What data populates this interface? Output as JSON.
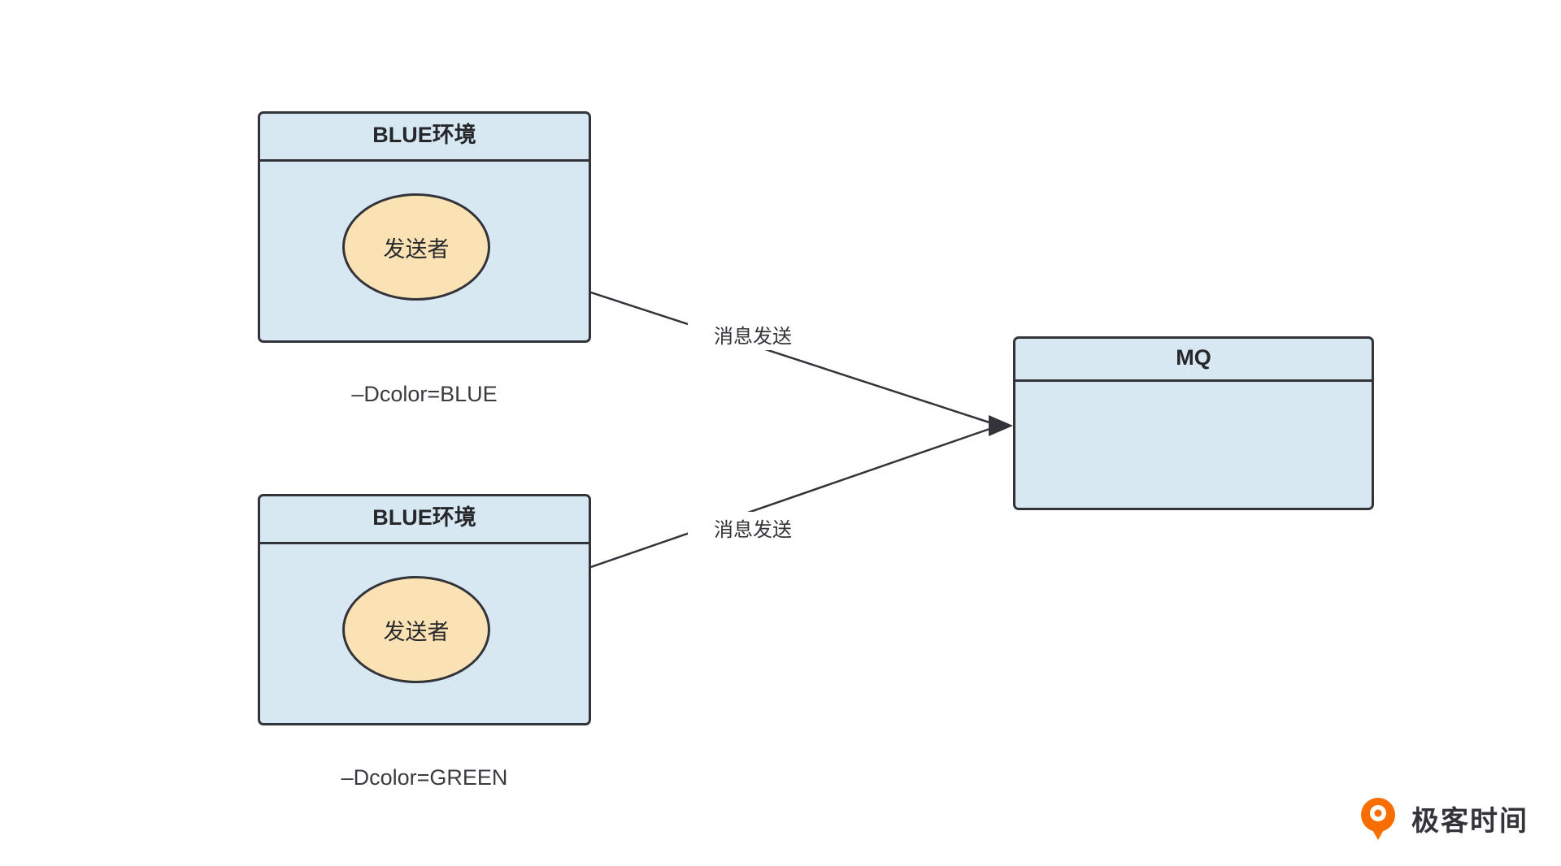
{
  "diagram": {
    "env_boxes": [
      {
        "title": "BLUE环境",
        "node_label": "发送者",
        "param_label": "–Dcolor=BLUE"
      },
      {
        "title": "BLUE环境",
        "node_label": "发送者",
        "param_label": "–Dcolor=GREEN"
      }
    ],
    "mq_box": {
      "title": "MQ"
    },
    "arrows": [
      {
        "label": "消息发送"
      },
      {
        "label": "消息发送"
      }
    ],
    "colors": {
      "background": "#ffffff",
      "box_fill": "#d8e8f2",
      "box_border": "#33343a",
      "node_fill": "#fbe2b4",
      "node_border": "#33343a",
      "arrow": "#33343a",
      "logo_orange": "#f96e00"
    }
  },
  "logo": {
    "text": "极客时间"
  }
}
